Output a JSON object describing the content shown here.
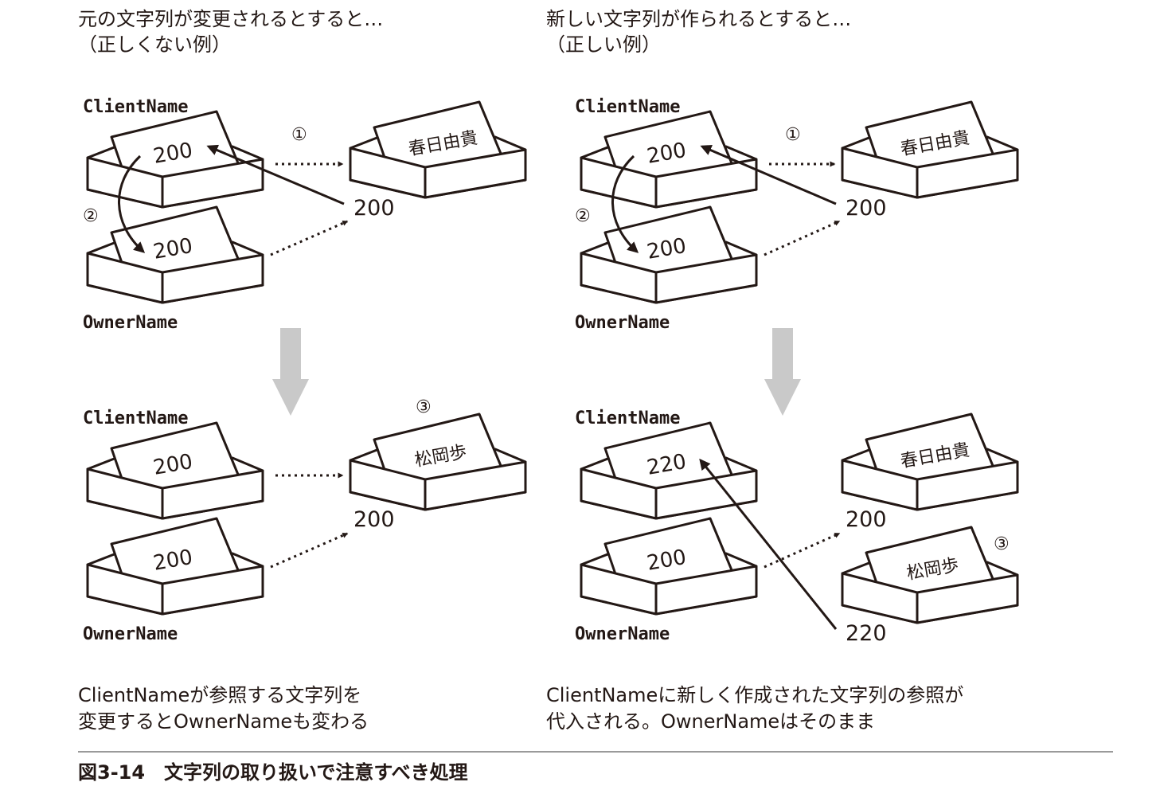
{
  "left": {
    "heading": [
      "元の文字列が変更されるとすると…",
      "（正しくない例）"
    ],
    "top": {
      "client_label": "ClientName",
      "owner_label": "OwnerName",
      "client_card": "200",
      "owner_card": "200",
      "target_card": "春日由貴",
      "target_value": "200",
      "marker1": "①",
      "marker2": "②"
    },
    "bottom": {
      "client_label": "ClientName",
      "owner_label": "OwnerName",
      "client_card": "200",
      "owner_card": "200",
      "target_card": "松岡歩",
      "target_value": "200",
      "marker3": "③"
    },
    "description": [
      "ClientNameが参照する文字列を",
      "変更するとOwnerNameも変わる"
    ]
  },
  "right": {
    "heading": [
      "新しい文字列が作られるとすると…",
      "（正しい例）"
    ],
    "top": {
      "client_label": "ClientName",
      "owner_label": "OwnerName",
      "client_card": "200",
      "owner_card": "200",
      "target_card": "春日由貴",
      "target_value": "200",
      "marker1": "①",
      "marker2": "②"
    },
    "bottom": {
      "client_label": "ClientName",
      "owner_label": "OwnerName",
      "client_card": "220",
      "owner_card": "200",
      "target1_card": "春日由貴",
      "target1_value": "200",
      "target2_card": "松岡歩",
      "target2_value": "220",
      "marker3": "③"
    },
    "description": [
      "ClientNameに新しく作成された文字列の参照が",
      "代入される。OwnerNameはそのまま"
    ]
  },
  "figure_caption": "図3-14　文字列の取り扱いで注意すべき処理",
  "colors": {
    "ink": "#231815",
    "gray_arrow": "#c9c9c9",
    "rule": "#9a9a9a"
  }
}
